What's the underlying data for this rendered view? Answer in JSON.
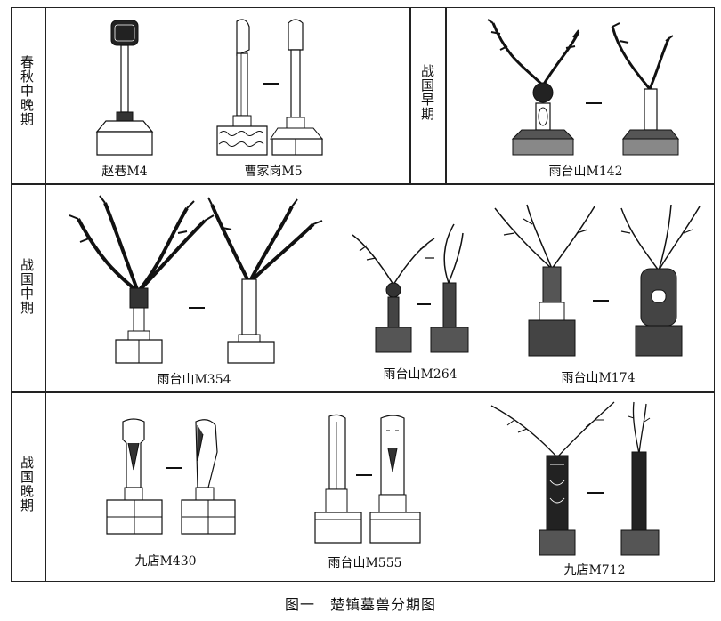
{
  "periods": {
    "row1_left": "春秋中晚期",
    "row1_right": "战国早期",
    "row2": "战国中期",
    "row3": "战国晚期"
  },
  "labels": {
    "zhaoxiang_m4": "赵巷M4",
    "caojiagang_m5": "曹家岗M5",
    "yutaishan_m142": "雨台山M142",
    "yutaishan_m354": "雨台山M354",
    "yutaishan_m264": "雨台山M264",
    "yutaishan_m174": "雨台山M174",
    "jiudian_m430": "九店M430",
    "yutaishan_m555": "雨台山M555",
    "jiudian_m712": "九店M712"
  },
  "caption": "图一　楚镇墓兽分期图"
}
